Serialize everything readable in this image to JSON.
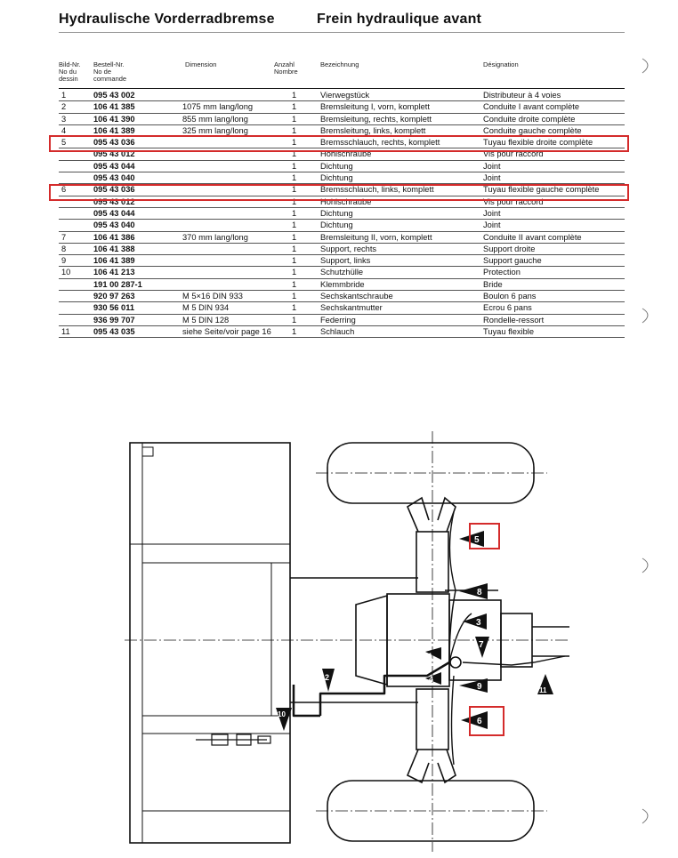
{
  "title": {
    "de": "Hydraulische Vorderradbremse",
    "fr": "Frein hydraulique avant"
  },
  "headers": {
    "no": [
      "Bild-Nr.",
      "No du",
      "dessin"
    ],
    "order": [
      "Bestell-Nr.",
      "No de",
      "commande"
    ],
    "dimension": "Dimension",
    "qty": [
      "Anzahl",
      "Nombre"
    ],
    "de": "Bezeichnung",
    "fr": "Désignation"
  },
  "rows": [
    {
      "no": "1",
      "order": "095 43 002",
      "dim": "",
      "qty": "1",
      "de": "Vierwegstück",
      "fr": "Distributeur à 4 voies"
    },
    {
      "no": "2",
      "order": "106 41 385",
      "dim": "1075 mm lang/long",
      "qty": "1",
      "de": "Bremsleitung I, vorn, komplett",
      "fr": "Conduite I avant complète"
    },
    {
      "no": "3",
      "order": "106 41 390",
      "dim": "855 mm lang/long",
      "qty": "1",
      "de": "Bremsleitung, rechts, komplett",
      "fr": "Conduite droite complète"
    },
    {
      "no": "4",
      "order": "106 41 389",
      "dim": "325 mm lang/long",
      "qty": "1",
      "de": "Bremsleitung, links, komplett",
      "fr": "Conduite gauche complète"
    },
    {
      "no": "5",
      "order": "095 43 036",
      "dim": "",
      "qty": "1",
      "de": "Bremsschlauch, rechts, komplett",
      "fr": "Tuyau flexible droite complète"
    },
    {
      "no": "",
      "order": "095 43 012",
      "dim": "",
      "qty": "1",
      "de": "Hohlschraube",
      "fr": "Vis pour raccord"
    },
    {
      "no": "",
      "order": "095 43 044",
      "dim": "",
      "qty": "1",
      "de": "Dichtung",
      "fr": "Joint"
    },
    {
      "no": "",
      "order": "095 43 040",
      "dim": "",
      "qty": "1",
      "de": "Dichtung",
      "fr": "Joint"
    },
    {
      "no": "6",
      "order": "095 43 036",
      "dim": "",
      "qty": "1",
      "de": "Bremsschlauch, links, komplett",
      "fr": "Tuyau flexible gauche complète"
    },
    {
      "no": "",
      "order": "095 43 012",
      "dim": "",
      "qty": "1",
      "de": "Hohlschraube",
      "fr": "Vis pour raccord"
    },
    {
      "no": "",
      "order": "095 43 044",
      "dim": "",
      "qty": "1",
      "de": "Dichtung",
      "fr": "Joint"
    },
    {
      "no": "",
      "order": "095 43 040",
      "dim": "",
      "qty": "1",
      "de": "Dichtung",
      "fr": "Joint"
    },
    {
      "no": "7",
      "order": "106 41 386",
      "dim": "370 mm lang/long",
      "qty": "1",
      "de": "Bremsleitung II, vorn, komplett",
      "fr": "Conduite II avant complète"
    },
    {
      "no": "8",
      "order": "106 41 388",
      "dim": "",
      "qty": "1",
      "de": "Support, rechts",
      "fr": "Support droite"
    },
    {
      "no": "9",
      "order": "106 41 389",
      "dim": "",
      "qty": "1",
      "de": "Support, links",
      "fr": "Support gauche"
    },
    {
      "no": "10",
      "order": "106 41 213",
      "dim": "",
      "qty": "1",
      "de": "Schutzhülle",
      "fr": "Protection"
    },
    {
      "no": "",
      "order": "191 00 287-1",
      "dim": "",
      "qty": "1",
      "de": "Klemmbride",
      "fr": "Bride"
    },
    {
      "no": "",
      "order": "920 97 263",
      "dim": "M 5×16  DIN 933",
      "qty": "1",
      "de": "Sechskantschraube",
      "fr": "Boulon 6 pans"
    },
    {
      "no": "",
      "order": "930 56 011",
      "dim": "M 5  DIN 934",
      "qty": "1",
      "de": "Sechskantmutter",
      "fr": "Ecrou 6 pans"
    },
    {
      "no": "",
      "order": "936 99 707",
      "dim": "M 5  DIN 128",
      "qty": "1",
      "de": "Federring",
      "fr": "Rondelle-ressort"
    },
    {
      "no": "11",
      "order": "095 43 035",
      "dim": "siehe Seite/voir page 16",
      "qty": "1",
      "de": "Schlauch",
      "fr": "Tuyau flexible"
    }
  ],
  "callouts": [
    "1",
    "2",
    "3",
    "4",
    "5",
    "6",
    "7",
    "8",
    "9",
    "10",
    "11"
  ],
  "colors": {
    "highlight": "#d42b2b",
    "ink": "#111111"
  }
}
